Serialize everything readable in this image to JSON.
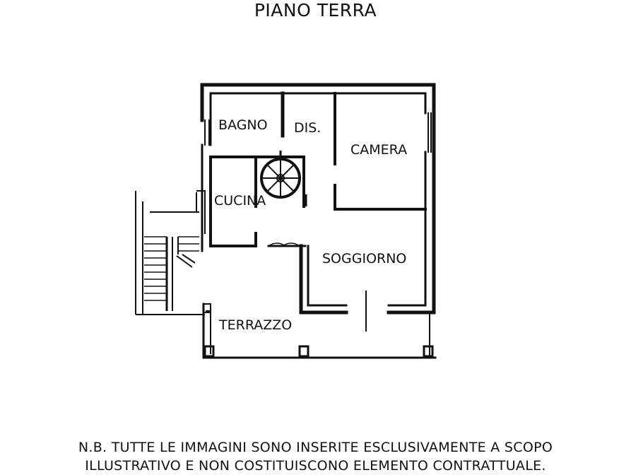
{
  "title": "PIANO TERRA",
  "rooms": {
    "bagno": "BAGNO",
    "dis": "DIS.",
    "camera": "CAMERA",
    "cucina": "CUCINA",
    "soggiorno": "SOGGIORNO",
    "terrazzo": "TERRAZZO"
  },
  "note": {
    "line1": "N.B. TUTTE LE IMMAGINI SONO INSERITE ESCLUSIVAMENTE A SCOPO",
    "line2": "ILLUSTRATIVO E NON COSTITUISCONO ELEMENTO CONTRATTUALE."
  }
}
